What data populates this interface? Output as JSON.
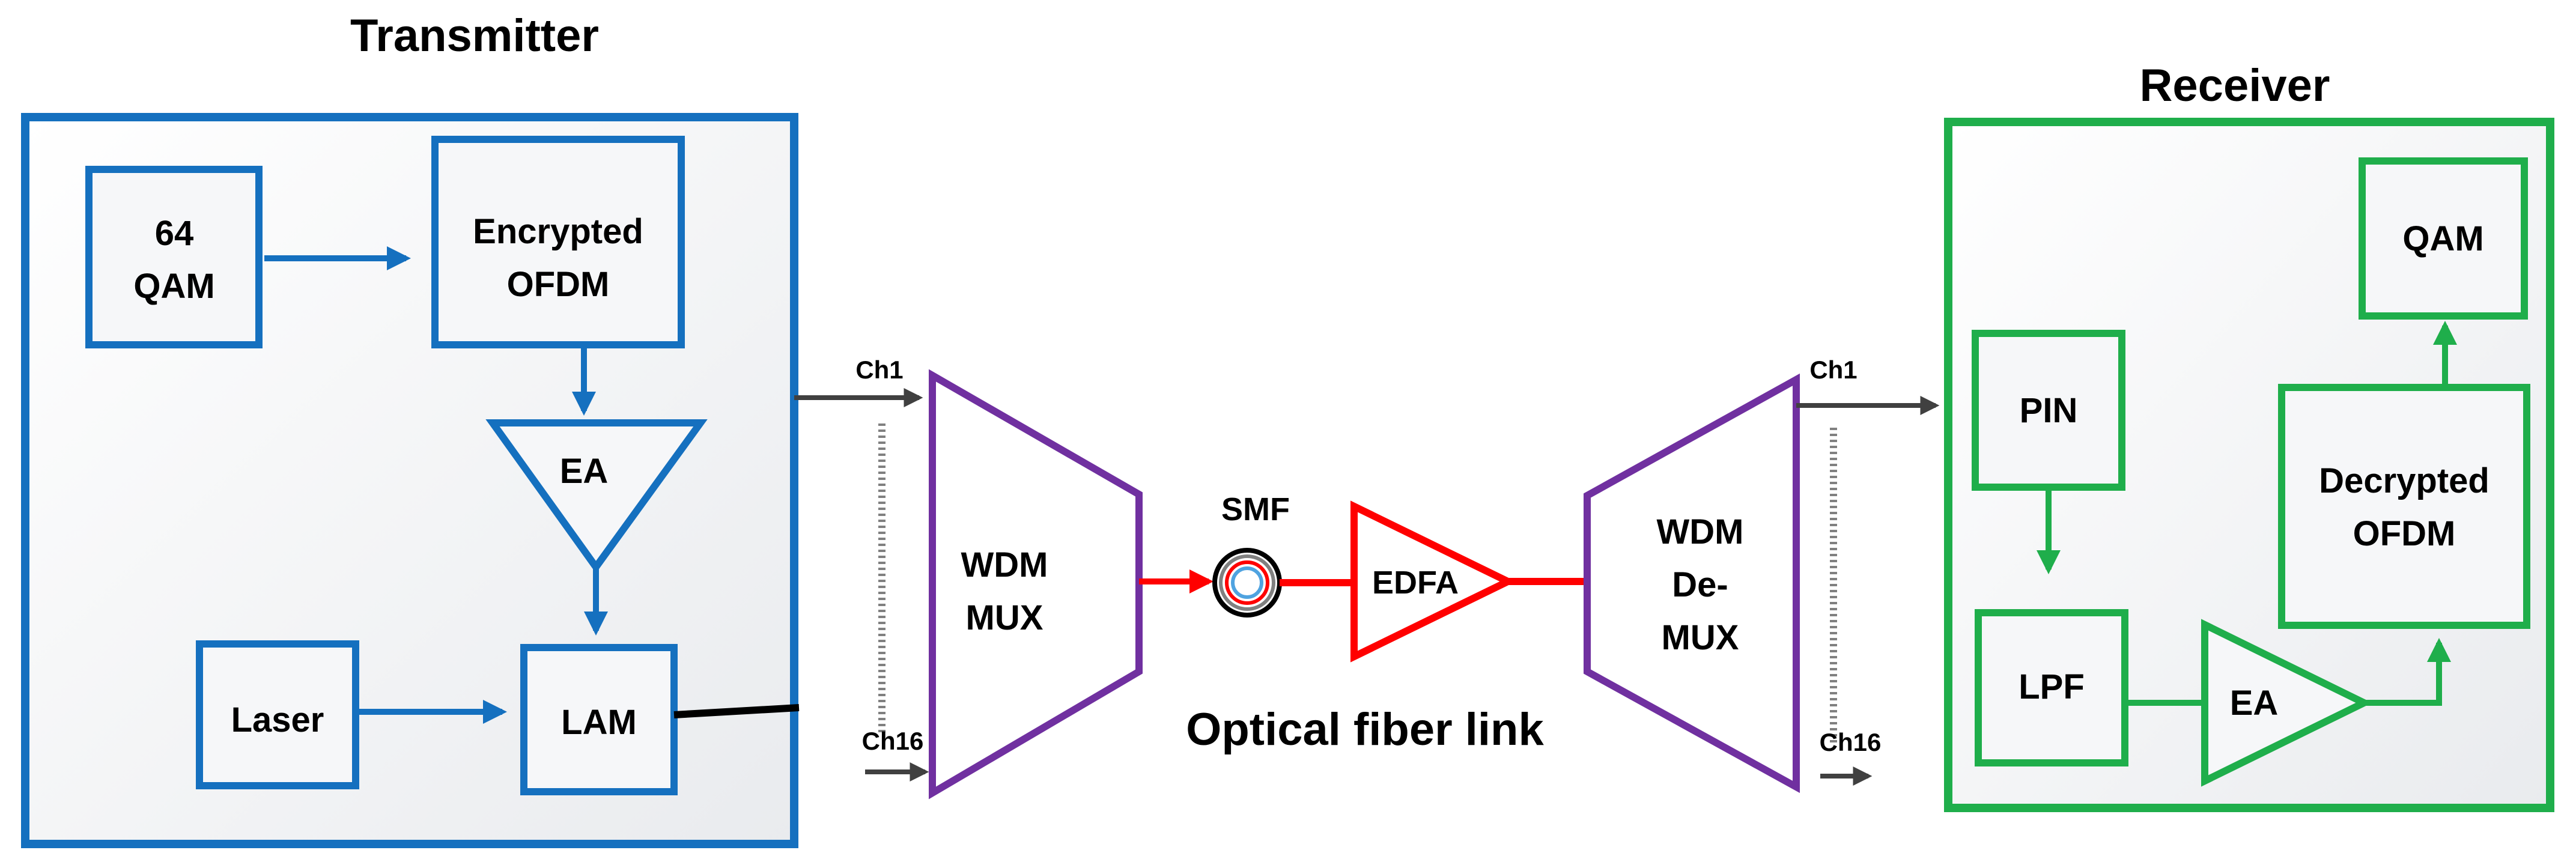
{
  "colors": {
    "transmitter": "#1570BF",
    "receiver": "#1FAE4B",
    "mux": "#7030A0",
    "fiber": "#FF0000",
    "connector": "#404040"
  },
  "transmitter": {
    "title": "Transmitter",
    "qam_line1": "64",
    "qam_line2": "QAM",
    "ofdm_line1": "Encrypted",
    "ofdm_line2": "OFDM",
    "ea": "EA",
    "laser": "Laser",
    "lam": "LAM"
  },
  "mux": {
    "ch1": "Ch1",
    "ch16": "Ch16",
    "line1": "WDM",
    "line2": "MUX"
  },
  "link": {
    "smf": "SMF",
    "edfa": "EDFA",
    "caption": "Optical fiber link"
  },
  "demux": {
    "line1": "WDM",
    "line2": "De-",
    "line3": "MUX",
    "ch1": "Ch1",
    "ch16": "Ch16"
  },
  "receiver": {
    "title": "Receiver",
    "pin": "PIN",
    "lpf": "LPF",
    "ea": "EA",
    "ofdm_line1": "Decrypted",
    "ofdm_line2": "OFDM",
    "qam": "QAM"
  }
}
